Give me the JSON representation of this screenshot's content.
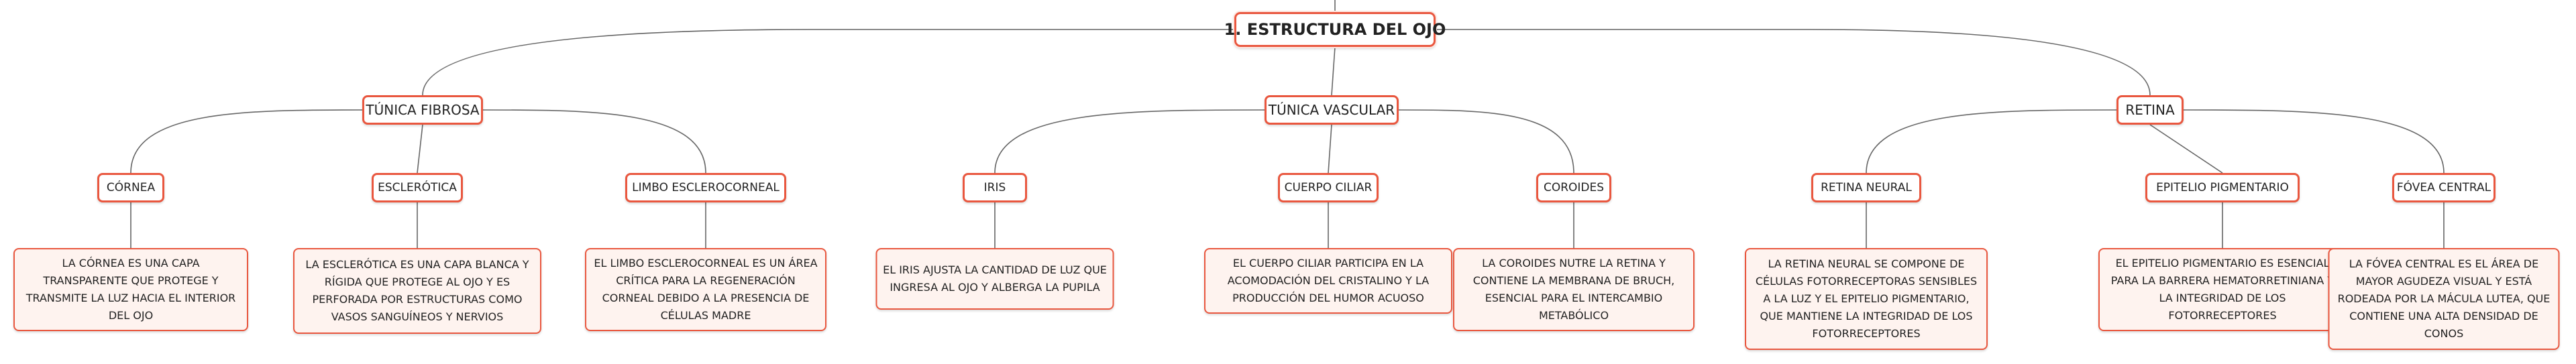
{
  "map": {
    "root": "1. ESTRUCTURA DEL OJO",
    "branches": [
      {
        "title": "TÚNICA FIBROSA",
        "children": [
          {
            "title": "CÓRNEA",
            "text": "LA CÓRNEA ES UNA CAPA TRANSPARENTE QUE PROTEGE Y TRANSMITE LA LUZ HACIA EL INTERIOR DEL OJO"
          },
          {
            "title": "ESCLERÓTICA",
            "text": "LA ESCLERÓTICA ES UNA CAPA BLANCA Y RÍGIDA QUE PROTEGE AL OJO Y ES PERFORADA POR ESTRUCTURAS COMO VASOS SANGUÍNEOS Y NERVIOS"
          },
          {
            "title": "LIMBO ESCLEROCORNEAL",
            "text": "EL LIMBO ESCLEROCORNEAL ES UN ÁREA CRÍTICA PARA LA REGENERACIÓN CORNEAL DEBIDO A LA PRESENCIA DE CÉLULAS MADRE"
          }
        ]
      },
      {
        "title": "TÚNICA VASCULAR",
        "children": [
          {
            "title": "IRIS",
            "text": "EL IRIS AJUSTA LA CANTIDAD DE LUZ QUE INGRESA AL OJO Y ALBERGA LA PUPILA"
          },
          {
            "title": "CUERPO CILIAR",
            "text": "EL CUERPO CILIAR PARTICIPA EN LA ACOMODACIÓN DEL CRISTALINO Y LA PRODUCCIÓN DEL HUMOR ACUOSO"
          },
          {
            "title": "COROIDES",
            "text": "LA COROIDES NUTRE LA RETINA Y CONTIENE LA MEMBRANA DE BRUCH, ESENCIAL PARA EL INTERCAMBIO METABÓLICO"
          }
        ]
      },
      {
        "title": "RETINA",
        "children": [
          {
            "title": "RETINA NEURAL",
            "text": "LA RETINA NEURAL SE COMPONE DE CÉLULAS FOTORRECEPTORAS SENSIBLES A LA LUZ Y EL EPITELIO PIGMENTARIO, QUE MANTIENE LA INTEGRIDAD DE LOS FOTORRECEPTORES"
          },
          {
            "title": "EPITELIO PIGMENTARIO",
            "text": "EL EPITELIO PIGMENTARIO ES ESENCIAL PARA LA BARRERA HEMATORRETINIANA Y LA INTEGRIDAD DE LOS FOTORRECEPTORES"
          },
          {
            "title": "FÓVEA CENTRAL",
            "text": "LA FÓVEA CENTRAL ES EL ÁREA DE MAYOR AGUDEZA VISUAL Y ESTÁ RODEADA POR LA MÁCULA LUTEA, QUE CONTIENE UNA ALTA DENSIDAD DE CONOS"
          }
        ]
      }
    ]
  },
  "colors": {
    "border": "#e9573f",
    "leaf_fill": "#fef3ef",
    "line": "#666666"
  }
}
